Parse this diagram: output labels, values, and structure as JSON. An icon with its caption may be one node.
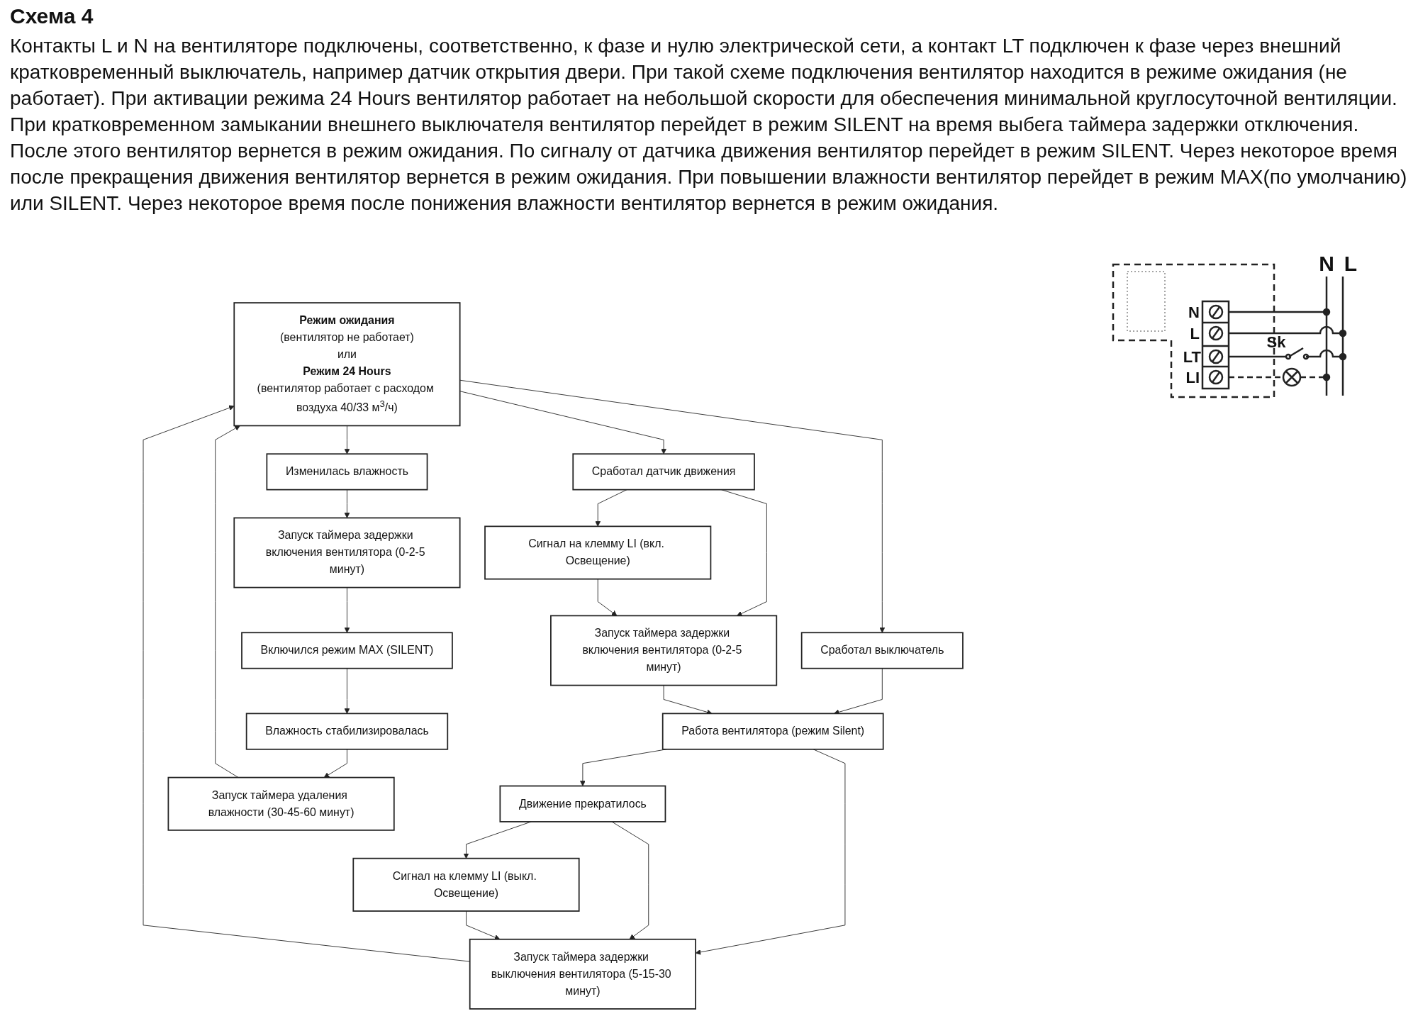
{
  "diagram": {
    "title": "Схема 4",
    "nodes": [
      {
        "text": [
          "**Режим ожидания**",
          "(вентилятор не работает)",
          "или",
          "**Режим 24 Hours**",
          "(вентилятор работает с расходом воздуха 40/33 м$^{3}$/ч)"
        ]
      },
      {
        "text": [
          "Изменилась влажность"
        ]
      },
      {
        "text": [
          "Сработал выключатель"
        ]
      },
      {
        "text": [
          "Сработал датчик движения"
        ]
      },
      {
        "text": [
          "Сигнал на клемму LI (вкл. Освещение)"
        ]
      },
      {
        "text": [
          "Запуск таймера задержки включения вентилятора (0-2-5 минут)"
        ]
      },
      {
        "text": [
          "Запуск таймера задержки включения вентилятора (0-2-5 минут)"
        ]
      },
      {
        "text": [
          "Включился режим MAX (SILENT)"
        ]
      },
      {
        "text": [
          "Работа вентилятора (режим Silent)"
        ]
      },
      {
        "text": [
          "Влажность стабилизировалась"
        ]
      },
      {
        "text": [
          "Движение прекратилось"
        ]
      },
      {
        "text": [
          "Сигнал на клемму LI (выкл. Освещение)"
        ]
      },
      {
        "text": [
          "Запуск таймера удаления влажности (30-45-60 минут)"
        ]
      },
      {
        "text": [
          "Запуск таймера задержки выключения вентилятора (5-15-30 минут)"
        ]
      }
    ],
    "edges": [
      {
        "from": 0,
        "to": 1,
        "arrow": "to"
      },
      {
        "from": 0,
        "to": 2,
        "arrow": "to"
      },
      {
        "from": 0,
        "to": 3,
        "arrow": "to"
      },
      {
        "from": 1,
        "to": 5,
        "arrow": "to"
      },
      {
        "from": 5,
        "to": 7,
        "arrow": "to"
      },
      {
        "from": 7,
        "to": 9,
        "arrow": "to"
      },
      {
        "from": 9,
        "to": 12,
        "arrow": "to"
      },
      {
        "from": 12,
        "to": 0,
        "arrow": "to"
      },
      {
        "from": 3,
        "to": 6,
        "arrow": "to"
      },
      {
        "from": 3,
        "to": 4,
        "arrow": "to"
      },
      {
        "from": 4,
        "to": 6,
        "arrow": "to"
      },
      {
        "from": 2,
        "to": 8,
        "arrow": "to"
      },
      {
        "from": 6,
        "to": 8,
        "arrow": "to"
      },
      {
        "from": 8,
        "to": 10,
        "arrow": "to"
      },
      {
        "from": 8,
        "to": 13,
        "arrow": "to"
      },
      {
        "from": 10,
        "to": 11,
        "arrow": "to"
      },
      {
        "from": 10,
        "to": 13,
        "arrow": "to"
      },
      {
        "from": 11,
        "to": 13,
        "arrow": "to"
      },
      {
        "from": 13,
        "to": 0,
        "arrow": "to"
      }
    ],
    "labels": [
      "Контакты L и N на вентиляторе подключены, соответственно, к фазе и нулю электрической сети, а контакт LT подключен к фазе через внешний кратковременный выключатель, например датчик открытия двери. При такой схеме подключения вентилятор находится в режиме ожидания (не работает). При активации режима 24 Hours вентилятор работает на небольшой скорости для обеспечения минимальной круглосуточной вентиляции. При кратковременном замыкании внешнего выключателя вентилятор перейдет в режим SILENT на время выбега таймера задержки отключения.",
      "После этого вентилятор вернется в режим ожидания. По сигналу от датчика движения вентилятор перейдет в режим SILENT. Через некоторое время после прекращения движения вентилятор вернется в режим ожидания. При повышении влажности вентилятор перейдет в режим MAX(по умолчанию) или SILENT. Через некоторое время после понижения влажности вентилятор вернется в режим ожидания.",
      "N",
      "L",
      "N",
      "L",
      "Sk",
      "LT",
      "LI"
    ]
  }
}
